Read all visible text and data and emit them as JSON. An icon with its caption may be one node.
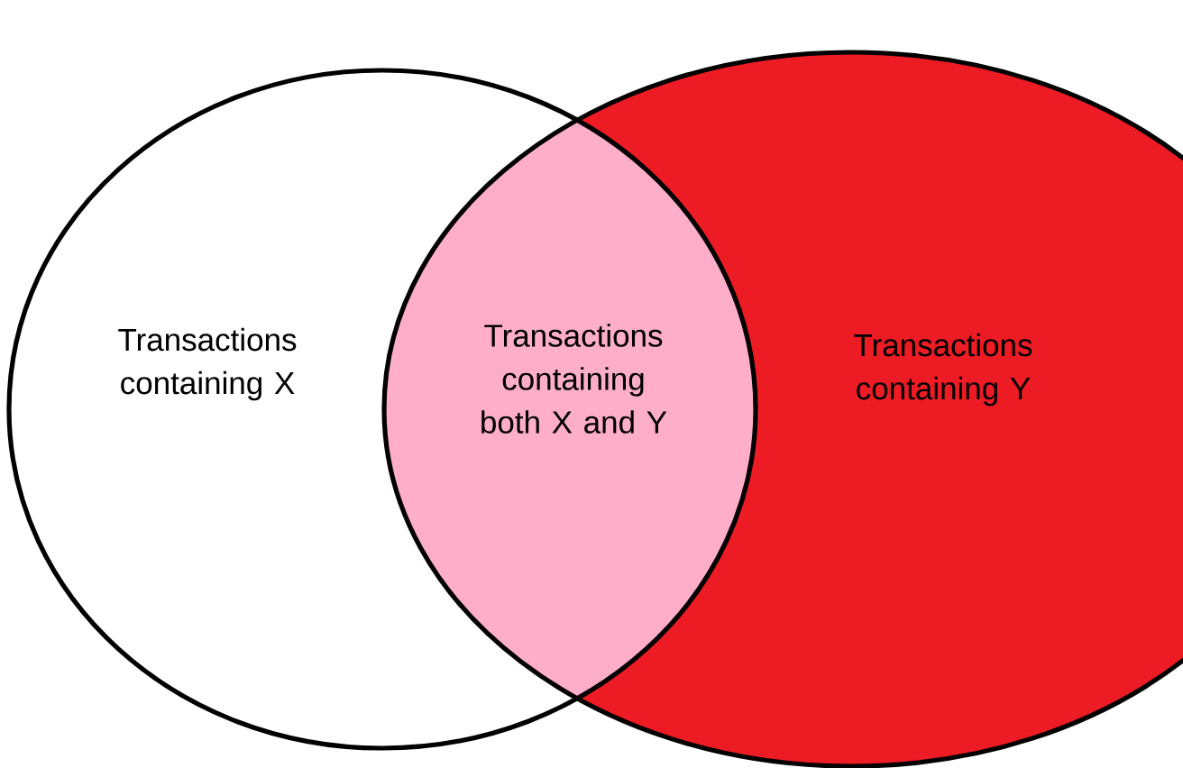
{
  "diagram": {
    "nodes": [
      {
        "text": [
          "Transactions containing X"
        ]
      },
      {
        "text": [
          "Transactions containing both X and Y"
        ]
      },
      {
        "text": [
          "Transactions containing Y"
        ]
      }
    ]
  }
}
